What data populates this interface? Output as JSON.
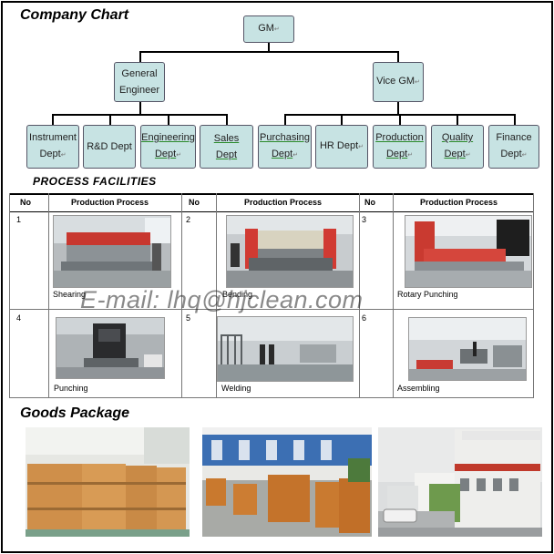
{
  "company_chart": {
    "title": "Company Chart",
    "nodes": {
      "gm": "GM",
      "general_engineer_line1": "General",
      "general_engineer_line2": "Engineer",
      "vice_gm": "Vice GM",
      "instrument_dept_line1": "Instrument",
      "instrument_dept_line2": "Dept",
      "rd_dept": "R&D Dept",
      "engineering_dept_line1": "Engineering",
      "engineering_dept_line2": "Dept",
      "sales_dept": "Sales Dept",
      "purchasing_dept_line1": "Purchasing",
      "purchasing_dept_line2": "Dept",
      "hr_dept": "HR Dept",
      "production_dept_line1": "Production",
      "production_dept_line2": "Dept",
      "quality_dept_line1": "Quality",
      "quality_dept_line2": "Dept",
      "finance_dept_line1": "Finance",
      "finance_dept_line2": "Dept"
    },
    "edit_mark": "↵",
    "colors": {
      "box_fill": "#c7e3e3",
      "underline": "#2a8a2a"
    }
  },
  "process_facilities": {
    "title": "PROCESS FACILITIES",
    "headers": {
      "no": "No",
      "process": "Production Process"
    },
    "items": [
      {
        "no": "1",
        "caption": "Shearing"
      },
      {
        "no": "2",
        "caption": "Bending"
      },
      {
        "no": "3",
        "caption": "Rotary Punching"
      },
      {
        "no": "4",
        "caption": "Punching"
      },
      {
        "no": "5",
        "caption": "Welding"
      },
      {
        "no": "6",
        "caption": "Assembling"
      }
    ]
  },
  "watermark": "E-mail: lhq@hjclean.com",
  "goods_package": {
    "title": "Goods Package"
  }
}
